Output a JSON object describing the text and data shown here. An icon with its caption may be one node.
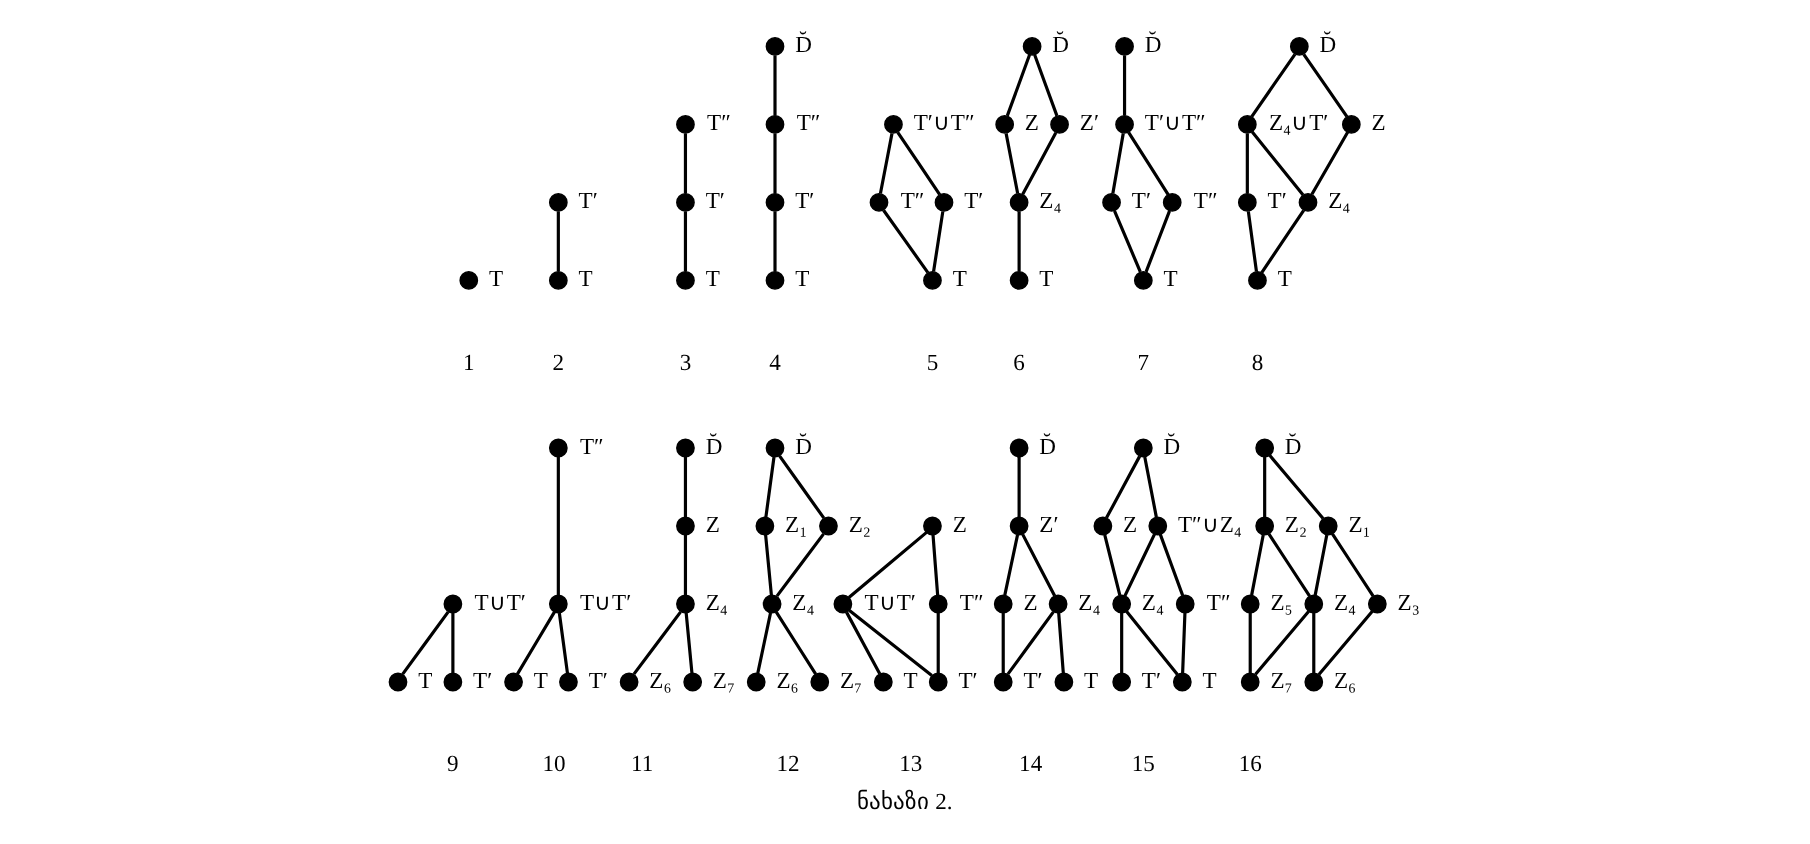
{
  "diagram": {
    "caption": "ნახაზი 2.",
    "nodes": [
      {
        "text": [],
        "shape": "circle",
        "beside": [
          "T"
        ]
      },
      {
        "text": [],
        "shape": "circle",
        "beside": [
          "T′"
        ]
      },
      {
        "text": [],
        "shape": "circle",
        "beside": [
          "T"
        ]
      },
      {
        "text": [],
        "shape": "circle",
        "beside": [
          "T″"
        ]
      },
      {
        "text": [],
        "shape": "circle",
        "beside": [
          "T′"
        ]
      },
      {
        "text": [],
        "shape": "circle",
        "beside": [
          "T"
        ]
      },
      {
        "text": [],
        "shape": "circle",
        "beside": [
          "D̆"
        ]
      },
      {
        "text": [],
        "shape": "circle",
        "beside": [
          "T″"
        ]
      },
      {
        "text": [],
        "shape": "circle",
        "beside": [
          "T′"
        ]
      },
      {
        "text": [],
        "shape": "circle",
        "beside": [
          "T"
        ]
      },
      {
        "text": [],
        "shape": "circle",
        "beside": [
          "T′∪T″"
        ]
      },
      {
        "text": [],
        "shape": "circle",
        "beside": [
          "T′"
        ]
      },
      {
        "text": [],
        "shape": "circle",
        "beside": [
          "T″"
        ]
      },
      {
        "text": [],
        "shape": "circle",
        "beside": [
          "T"
        ]
      },
      {
        "text": [],
        "shape": "circle",
        "beside": [
          "D̆"
        ]
      },
      {
        "text": [],
        "shape": "circle",
        "beside": [
          "Z"
        ]
      },
      {
        "text": [],
        "shape": "circle",
        "beside": [
          "Z′"
        ]
      },
      {
        "text": [],
        "shape": "circle",
        "beside": [
          "Z₄"
        ]
      },
      {
        "text": [],
        "shape": "circle",
        "beside": [
          "T"
        ]
      },
      {
        "text": [],
        "shape": "circle",
        "beside": [
          "D̆"
        ]
      },
      {
        "text": [],
        "shape": "circle",
        "beside": [
          "T′∪T″"
        ]
      },
      {
        "text": [],
        "shape": "circle",
        "beside": [
          "T′"
        ]
      },
      {
        "text": [],
        "shape": "circle",
        "beside": [
          "T″"
        ]
      },
      {
        "text": [],
        "shape": "circle",
        "beside": [
          "T"
        ]
      },
      {
        "text": [],
        "shape": "circle",
        "beside": [
          "D̆"
        ]
      },
      {
        "text": [],
        "shape": "circle",
        "beside": [
          "Z₄∪T′"
        ]
      },
      {
        "text": [],
        "shape": "circle",
        "beside": [
          "Z"
        ]
      },
      {
        "text": [],
        "shape": "circle",
        "beside": [
          "T′"
        ]
      },
      {
        "text": [],
        "shape": "circle",
        "beside": [
          "Z₄"
        ]
      },
      {
        "text": [],
        "shape": "circle",
        "beside": [
          "T"
        ]
      },
      {
        "text": [],
        "shape": "circle",
        "beside": [
          "T∪T′"
        ]
      },
      {
        "text": [],
        "shape": "circle",
        "beside": [
          "T"
        ]
      },
      {
        "text": [],
        "shape": "circle",
        "beside": [
          "T′"
        ]
      },
      {
        "text": [],
        "shape": "circle",
        "beside": [
          "T″"
        ]
      },
      {
        "text": [],
        "shape": "circle",
        "beside": [
          "T∪T′"
        ]
      },
      {
        "text": [],
        "shape": "circle",
        "beside": [
          "T"
        ]
      },
      {
        "text": [],
        "shape": "circle",
        "beside": [
          "T′"
        ]
      },
      {
        "text": [],
        "shape": "circle",
        "beside": [
          "D̆"
        ]
      },
      {
        "text": [],
        "shape": "circle",
        "beside": [
          "Z"
        ]
      },
      {
        "text": [],
        "shape": "circle",
        "beside": [
          "Z₄"
        ]
      },
      {
        "text": [],
        "shape": "circle",
        "beside": [
          "Z₆"
        ]
      },
      {
        "text": [],
        "shape": "circle",
        "beside": [
          "Z₇"
        ]
      },
      {
        "text": [],
        "shape": "circle",
        "beside": [
          "D̆"
        ]
      },
      {
        "text": [],
        "shape": "circle",
        "beside": [
          "Z₁"
        ]
      },
      {
        "text": [],
        "shape": "circle",
        "beside": [
          "Z₂"
        ]
      },
      {
        "text": [],
        "shape": "circle",
        "beside": [
          "Z₄"
        ]
      },
      {
        "text": [],
        "shape": "circle",
        "beside": [
          "Z₆"
        ]
      },
      {
        "text": [],
        "shape": "circle",
        "beside": [
          "Z₇"
        ]
      },
      {
        "text": [],
        "shape": "circle",
        "beside": [
          "Z"
        ]
      },
      {
        "text": [],
        "shape": "circle",
        "beside": [
          "T∪T′"
        ]
      },
      {
        "text": [],
        "shape": "circle",
        "beside": [
          "T″"
        ]
      },
      {
        "text": [],
        "shape": "circle",
        "beside": [
          "T"
        ]
      },
      {
        "text": [],
        "shape": "circle",
        "beside": [
          "T′"
        ]
      },
      {
        "text": [],
        "shape": "circle",
        "beside": [
          "D̆"
        ]
      },
      {
        "text": [],
        "shape": "circle",
        "beside": [
          "Z′"
        ]
      },
      {
        "text": [],
        "shape": "circle",
        "beside": [
          "Z₄"
        ]
      },
      {
        "text": [],
        "shape": "circle",
        "beside": [
          "Z"
        ]
      },
      {
        "text": [],
        "shape": "circle",
        "beside": [
          "T"
        ]
      },
      {
        "text": [],
        "shape": "circle",
        "beside": [
          "T′"
        ]
      },
      {
        "text": [],
        "shape": "circle",
        "beside": [
          "D̆"
        ]
      },
      {
        "text": [],
        "shape": "circle",
        "beside": [
          "T″∪Z₄"
        ]
      },
      {
        "text": [],
        "shape": "circle",
        "beside": [
          "Z"
        ]
      },
      {
        "text": [],
        "shape": "circle",
        "beside": [
          "T″"
        ]
      },
      {
        "text": [],
        "shape": "circle",
        "beside": [
          "Z₄"
        ]
      },
      {
        "text": [],
        "shape": "circle",
        "beside": [
          "T"
        ]
      },
      {
        "text": [],
        "shape": "circle",
        "beside": [
          "T′"
        ]
      },
      {
        "text": [],
        "shape": "circle",
        "beside": [
          "D̆"
        ]
      },
      {
        "text": [],
        "shape": "circle",
        "beside": [
          "Z₁"
        ]
      },
      {
        "text": [],
        "shape": "circle",
        "beside": [
          "Z₂"
        ]
      },
      {
        "text": [],
        "shape": "circle",
        "beside": [
          "Z₃"
        ]
      },
      {
        "text": [],
        "shape": "circle",
        "beside": [
          "Z₄"
        ]
      },
      {
        "text": [],
        "shape": "circle",
        "beside": [
          "Z₅"
        ]
      },
      {
        "text": [],
        "shape": "circle",
        "beside": [
          "Z₆"
        ]
      },
      {
        "text": [],
        "shape": "circle",
        "beside": [
          "Z₇"
        ]
      }
    ],
    "edges": [
      {
        "from": 1,
        "to": 2,
        "arrow": "none"
      },
      {
        "from": 3,
        "to": 4,
        "arrow": "none"
      },
      {
        "from": 4,
        "to": 5,
        "arrow": "none"
      },
      {
        "from": 6,
        "to": 7,
        "arrow": "none"
      },
      {
        "from": 7,
        "to": 8,
        "arrow": "none"
      },
      {
        "from": 8,
        "to": 9,
        "arrow": "none"
      },
      {
        "from": 10,
        "to": 11,
        "arrow": "none"
      },
      {
        "from": 10,
        "to": 12,
        "arrow": "none"
      },
      {
        "from": 11,
        "to": 13,
        "arrow": "none"
      },
      {
        "from": 12,
        "to": 13,
        "arrow": "none"
      },
      {
        "from": 14,
        "to": 15,
        "arrow": "none"
      },
      {
        "from": 14,
        "to": 16,
        "arrow": "none"
      },
      {
        "from": 15,
        "to": 17,
        "arrow": "none"
      },
      {
        "from": 16,
        "to": 17,
        "arrow": "none"
      },
      {
        "from": 17,
        "to": 18,
        "arrow": "none"
      },
      {
        "from": 19,
        "to": 20,
        "arrow": "none"
      },
      {
        "from": 20,
        "to": 21,
        "arrow": "none"
      },
      {
        "from": 20,
        "to": 22,
        "arrow": "none"
      },
      {
        "from": 21,
        "to": 23,
        "arrow": "none"
      },
      {
        "from": 22,
        "to": 23,
        "arrow": "none"
      },
      {
        "from": 24,
        "to": 25,
        "arrow": "none"
      },
      {
        "from": 24,
        "to": 26,
        "arrow": "none"
      },
      {
        "from": 25,
        "to": 27,
        "arrow": "none"
      },
      {
        "from": 25,
        "to": 28,
        "arrow": "none"
      },
      {
        "from": 26,
        "to": 28,
        "arrow": "none"
      },
      {
        "from": 27,
        "to": 29,
        "arrow": "none"
      },
      {
        "from": 28,
        "to": 29,
        "arrow": "none"
      },
      {
        "from": 30,
        "to": 31,
        "arrow": "none"
      },
      {
        "from": 30,
        "to": 32,
        "arrow": "none"
      },
      {
        "from": 33,
        "to": 34,
        "arrow": "none"
      },
      {
        "from": 34,
        "to": 35,
        "arrow": "none"
      },
      {
        "from": 34,
        "to": 36,
        "arrow": "none"
      },
      {
        "from": 37,
        "to": 38,
        "arrow": "none"
      },
      {
        "from": 38,
        "to": 39,
        "arrow": "none"
      },
      {
        "from": 39,
        "to": 40,
        "arrow": "none"
      },
      {
        "from": 39,
        "to": 41,
        "arrow": "none"
      },
      {
        "from": 42,
        "to": 43,
        "arrow": "none"
      },
      {
        "from": 42,
        "to": 44,
        "arrow": "none"
      },
      {
        "from": 43,
        "to": 45,
        "arrow": "none"
      },
      {
        "from": 44,
        "to": 45,
        "arrow": "none"
      },
      {
        "from": 45,
        "to": 46,
        "arrow": "none"
      },
      {
        "from": 45,
        "to": 47,
        "arrow": "none"
      },
      {
        "from": 48,
        "to": 49,
        "arrow": "none"
      },
      {
        "from": 48,
        "to": 50,
        "arrow": "none"
      },
      {
        "from": 49,
        "to": 51,
        "arrow": "none"
      },
      {
        "from": 49,
        "to": 52,
        "arrow": "none"
      },
      {
        "from": 50,
        "to": 52,
        "arrow": "none"
      },
      {
        "from": 53,
        "to": 54,
        "arrow": "none"
      },
      {
        "from": 54,
        "to": 55,
        "arrow": "none"
      },
      {
        "from": 54,
        "to": 56,
        "arrow": "none"
      },
      {
        "from": 55,
        "to": 57,
        "arrow": "none"
      },
      {
        "from": 55,
        "to": 58,
        "arrow": "none"
      },
      {
        "from": 56,
        "to": 58,
        "arrow": "none"
      },
      {
        "from": 59,
        "to": 60,
        "arrow": "none"
      },
      {
        "from": 59,
        "to": 61,
        "arrow": "none"
      },
      {
        "from": 60,
        "to": 62,
        "arrow": "none"
      },
      {
        "from": 60,
        "to": 63,
        "arrow": "none"
      },
      {
        "from": 61,
        "to": 63,
        "arrow": "none"
      },
      {
        "from": 62,
        "to": 64,
        "arrow": "none"
      },
      {
        "from": 63,
        "to": 64,
        "arrow": "none"
      },
      {
        "from": 63,
        "to": 65,
        "arrow": "none"
      },
      {
        "from": 66,
        "to": 67,
        "arrow": "none"
      },
      {
        "from": 66,
        "to": 68,
        "arrow": "none"
      },
      {
        "from": 67,
        "to": 69,
        "arrow": "none"
      },
      {
        "from": 67,
        "to": 70,
        "arrow": "none"
      },
      {
        "from": 68,
        "to": 70,
        "arrow": "none"
      },
      {
        "from": 68,
        "to": 71,
        "arrow": "none"
      },
      {
        "from": 69,
        "to": 72,
        "arrow": "none"
      },
      {
        "from": 70,
        "to": 72,
        "arrow": "none"
      },
      {
        "from": 70,
        "to": 73,
        "arrow": "none"
      },
      {
        "from": 71,
        "to": 73,
        "arrow": "none"
      }
    ],
    "labels": [
      "1",
      "2",
      "3",
      "4",
      "5",
      "6",
      "7",
      "8",
      "9",
      "10",
      "11",
      "12",
      "13",
      "14",
      "15",
      "16"
    ]
  }
}
